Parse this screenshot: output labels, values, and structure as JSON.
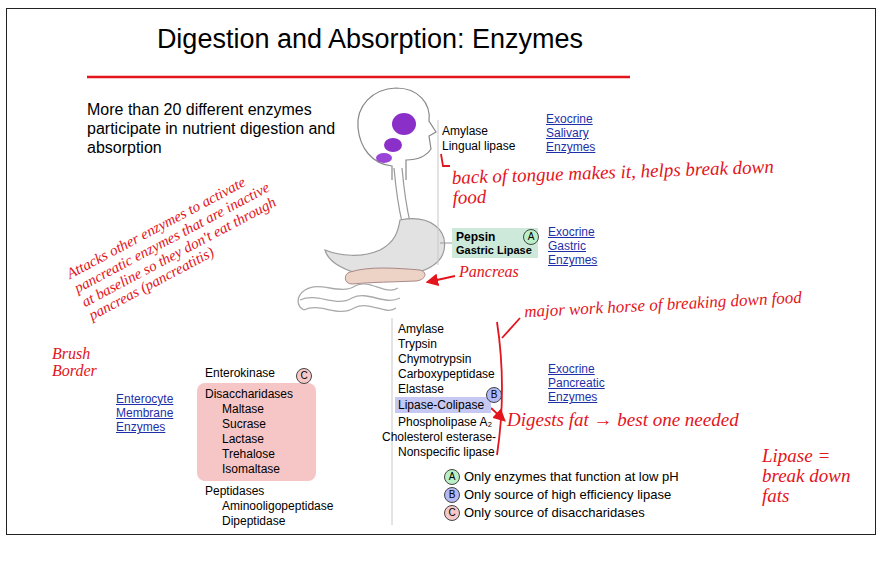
{
  "diagram": {
    "title": "Digestion and Absorption: Enzymes",
    "nodes": [
      {
        "text": [
          "Pepsin",
          "Gastric Lipase"
        ]
      },
      {
        "text": [
          "Lipase-Colipase"
        ]
      },
      {
        "text": [
          "Disaccharidases",
          "Maltase",
          "Sucrase",
          "Lactase",
          "Trehalose",
          "Isomaltase"
        ]
      },
      {
        "text": [
          "A"
        ]
      },
      {
        "text": [
          "B"
        ]
      },
      {
        "text": [
          "C"
        ]
      },
      {
        "text": [
          "A"
        ]
      },
      {
        "text": [
          "B"
        ]
      },
      {
        "text": [
          "C"
        ]
      }
    ],
    "labels": [
      "More than 20 different enzymes participate in nutrient digestion and absorption",
      "Amylase",
      "Lingual lipase",
      "Exocrine Salivary Enzymes",
      "Exocrine Gastric Enzymes",
      "Amylase",
      "Trypsin",
      "Chymotrypsin",
      "Carboxypeptidase",
      "Elastase",
      "Phospholipase A₂",
      "Cholesterol esterase- Nonspecific lipase",
      "Exocrine Pancreatic Enzymes",
      "Enterokinase",
      "Peptidases",
      "Aminooligopeptidase",
      "Dipeptidase",
      "Enterocyte Membrane Enzymes",
      "back of tongue makes it, helps break down food",
      "Attacks other enzymes to activate pancreatic enzymes that are inactive at baseline so they don't eat through pancreas (pancreatitis)",
      "Pancreas",
      "major work horse of breaking down food",
      "Brush Border",
      "Digests fat → best one needed",
      "Lipase = break down fats"
    ],
    "legend": [
      {
        "text": "Only enzymes that function at low pH"
      },
      {
        "text": "Only source of high efficiency lipase"
      },
      {
        "text": "Only source of disaccharidases"
      }
    ]
  }
}
